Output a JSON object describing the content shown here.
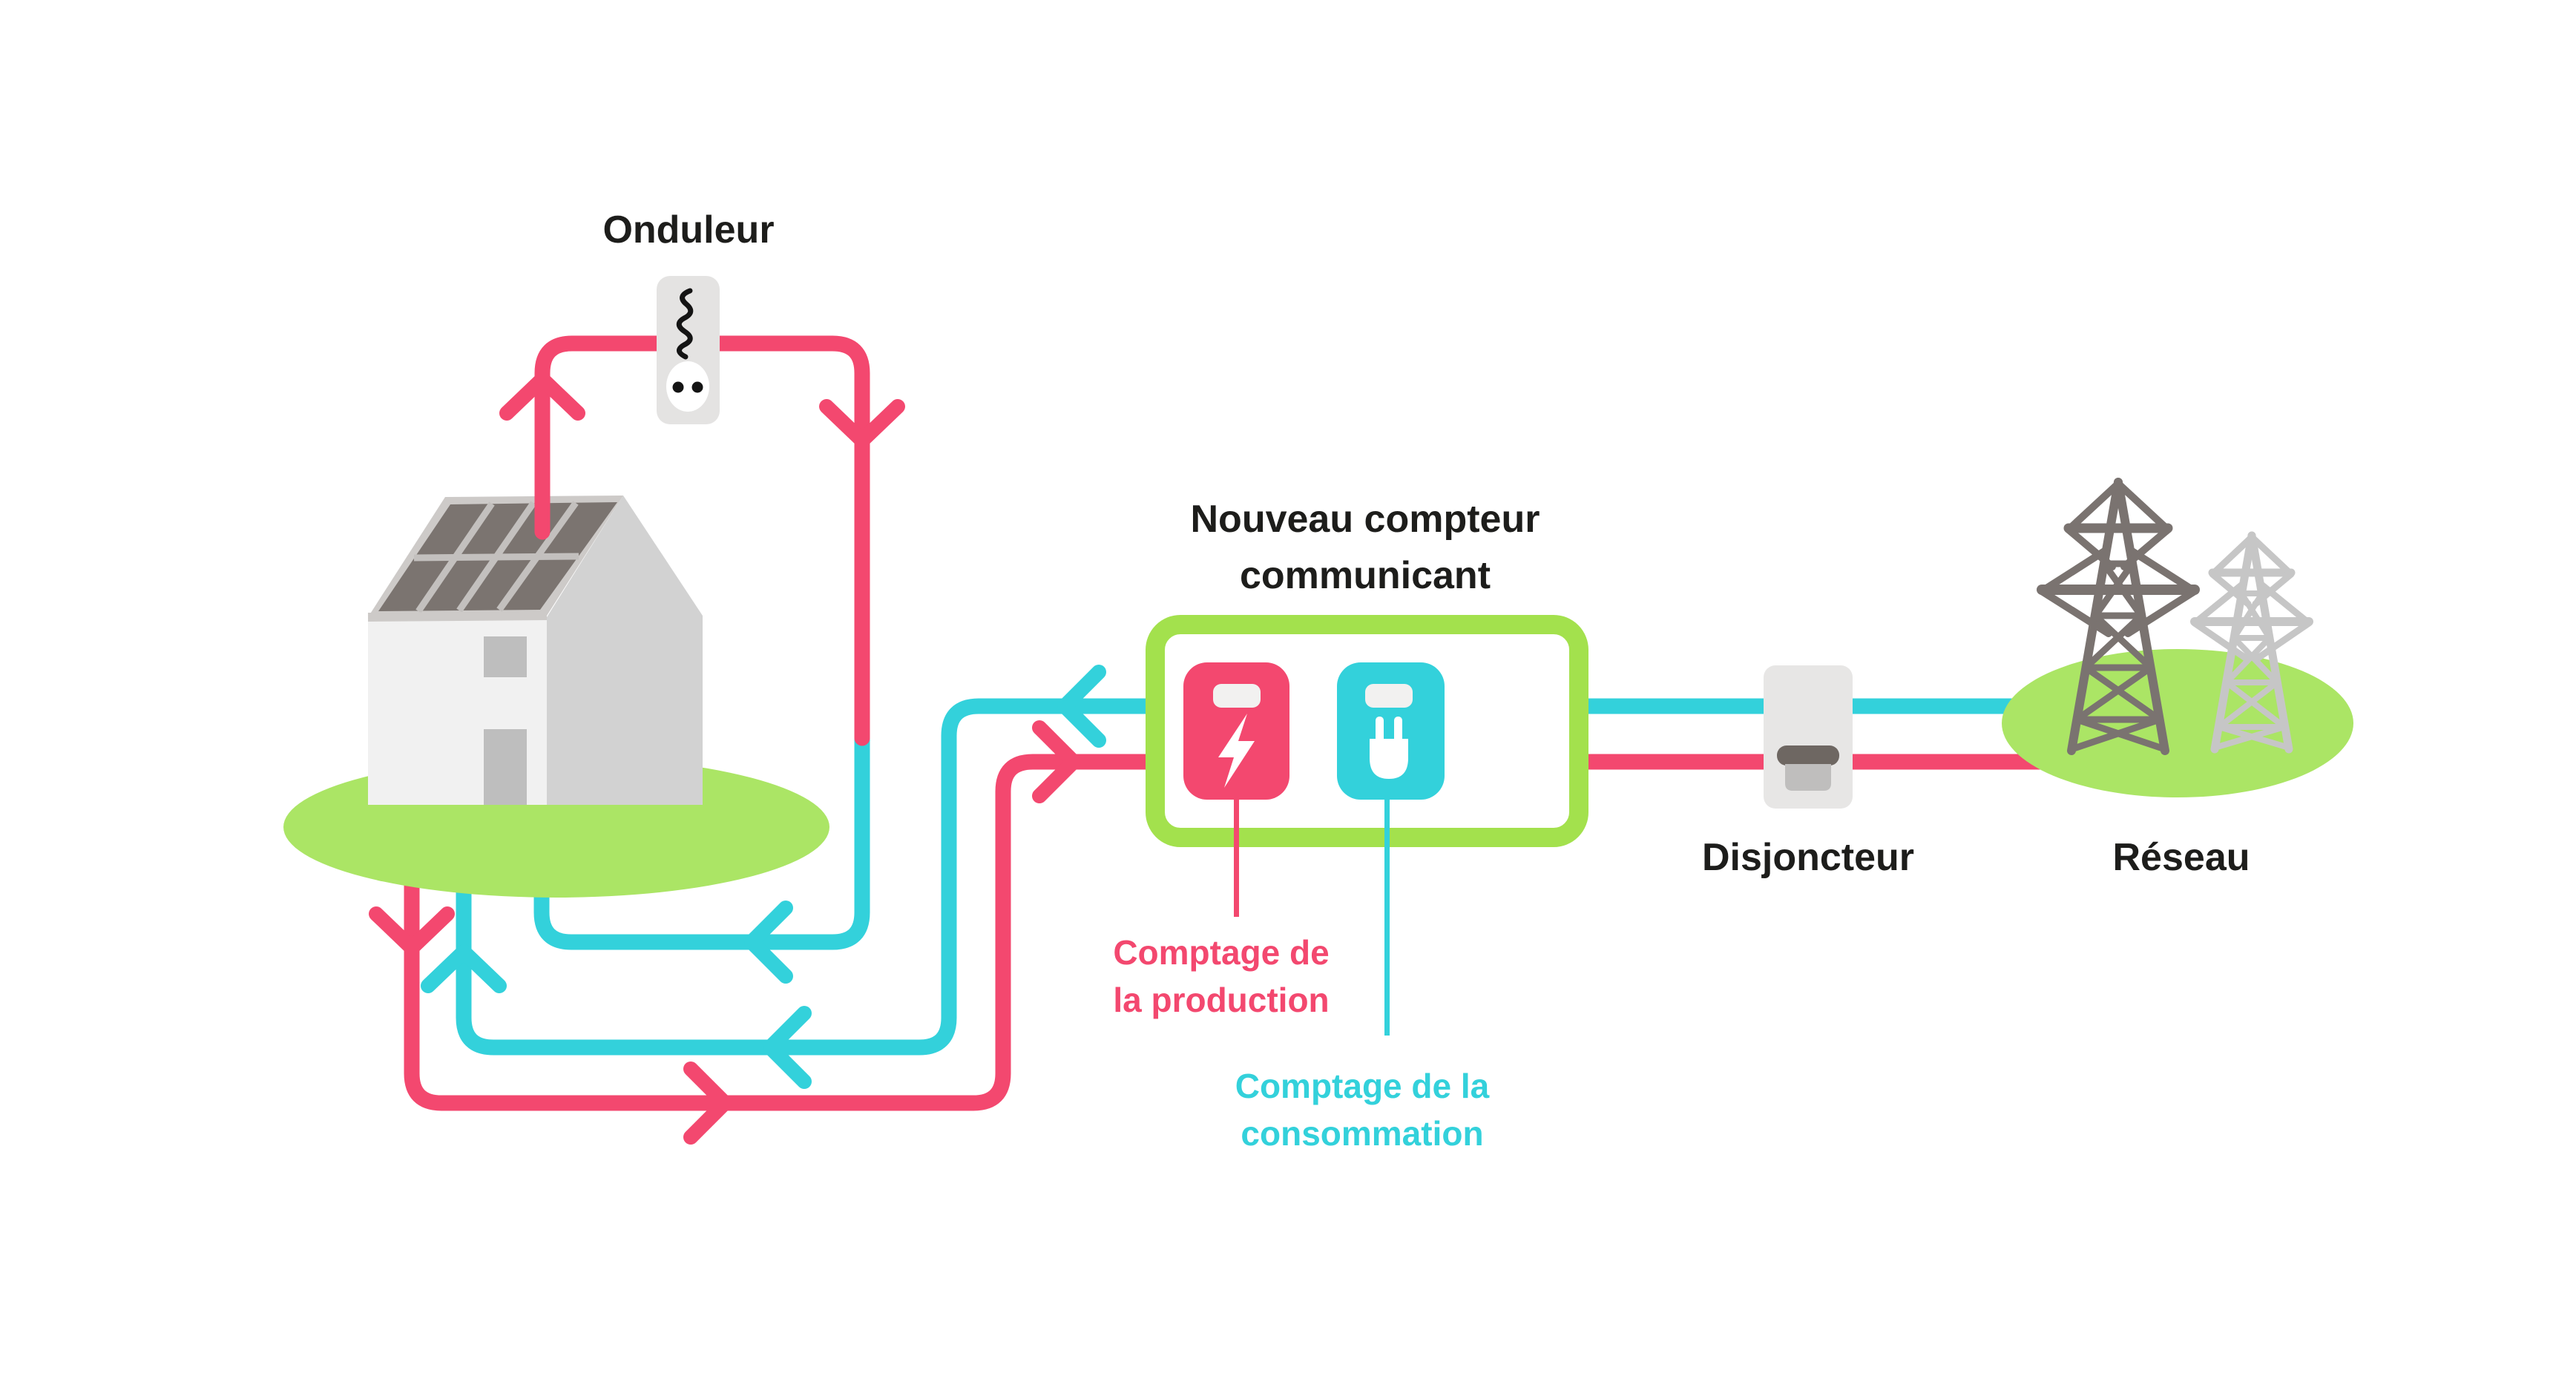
{
  "diagram": {
    "type": "energy-flow-infographic",
    "language": "fr",
    "labels": {
      "inverter": "Onduleur",
      "meter_title_line1": "Nouveau compteur",
      "meter_title_line2": "communicant",
      "breaker": "Disjoncteur",
      "grid": "Réseau",
      "production_caption_line1": "Comptage de",
      "production_caption_line2": "la production",
      "consumption_caption_line1": "Comptage de la",
      "consumption_caption_line2": "consommation"
    },
    "colors": {
      "production_flow": "#f3486f",
      "consumption_flow": "#33d1db",
      "meter_box_border": "#a3e14d",
      "ground": "#abe565",
      "house_front": "#f1f1f1",
      "house_side": "#d2d2d2",
      "solar_panel": "#7b7470",
      "pylon_dark": "#7a7370",
      "pylon_light": "#c6c6c6",
      "text": "#1d1d1b"
    },
    "icons": [
      "house-icon",
      "solar-panels-icon",
      "inverter-icon",
      "smart-meter-box",
      "production-meter-icon",
      "lightning-bolt-icon",
      "consumption-meter-icon",
      "plug-icon",
      "breaker-icon",
      "pylon-large-icon",
      "pylon-small-icon"
    ]
  }
}
